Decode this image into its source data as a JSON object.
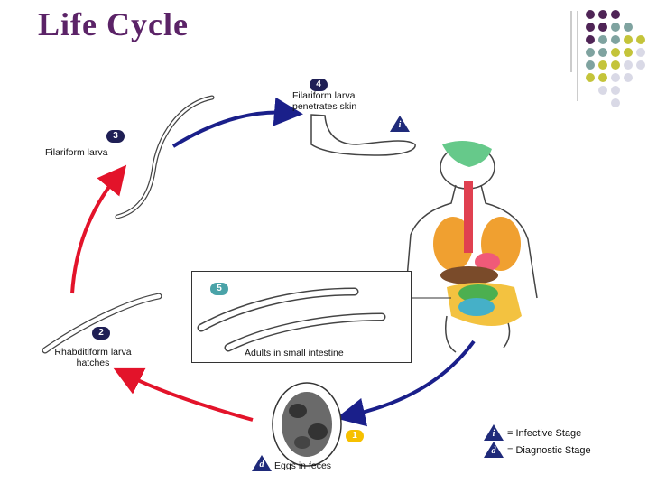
{
  "title": "Life Cycle",
  "stages": [
    {
      "number": "1",
      "label": "Eggs in feces"
    },
    {
      "number": "2",
      "label_line1": "Rhabditiform larva",
      "label_line2": "hatches"
    },
    {
      "number": "3",
      "label": "Filariform larva"
    },
    {
      "number": "4",
      "label_line1": "Filariform larva",
      "label_line2": "penetrates skin"
    },
    {
      "number": "5",
      "label": "Adults in small intestine"
    }
  ],
  "badges": {
    "infective": "i",
    "diagnostic": "d"
  },
  "legend": {
    "infective": "= Infective Stage",
    "diagnostic": "= Diagnostic Stage"
  },
  "colors": {
    "title": "#5b2367",
    "arrow_red": "#e3132a",
    "arrow_blue": "#1a1f8a",
    "dot_purple": "#4f2456",
    "dot_teal": "#7fa3a0",
    "dot_olive": "#c4c43a",
    "dot_lavender": "#d9d9e6"
  }
}
